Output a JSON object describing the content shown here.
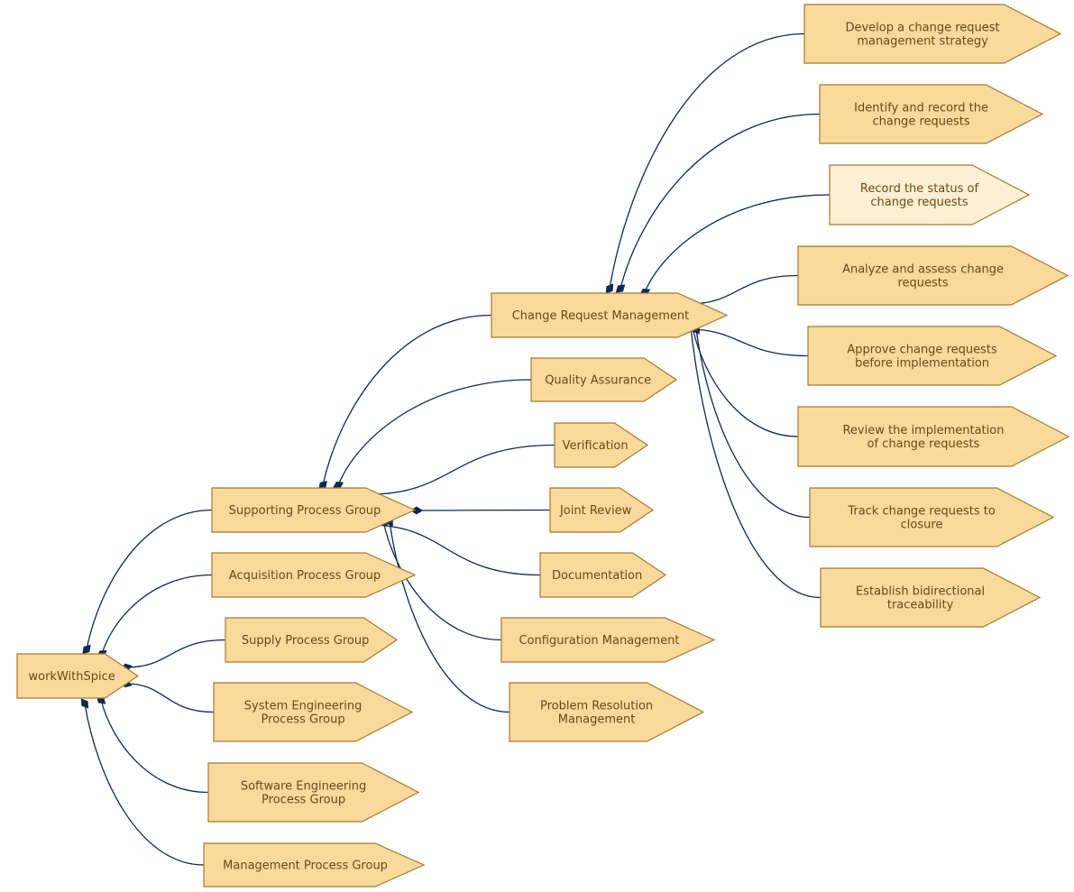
{
  "colors": {
    "node_fill": "#fad99c",
    "node_fill_highlight": "#fdefd4",
    "node_stroke": "#a87a2e",
    "node_text": "#6b4a12",
    "edge": "#0e2a52"
  },
  "nodes": {
    "workWithSpice": {
      "lines": [
        "workWithSpice"
      ]
    },
    "supporting": {
      "lines": [
        "Supporting Process Group"
      ]
    },
    "acquisition": {
      "lines": [
        "Acquisition Process Group"
      ]
    },
    "supply": {
      "lines": [
        "Supply Process Group"
      ]
    },
    "systemEng": {
      "lines": [
        "System Engineering",
        "Process Group"
      ]
    },
    "softwareEng": {
      "lines": [
        "Software Engineering",
        "Process Group"
      ]
    },
    "management": {
      "lines": [
        "Management Process Group"
      ]
    },
    "changeReq": {
      "lines": [
        "Change Request Management"
      ]
    },
    "qa": {
      "lines": [
        "Quality Assurance"
      ]
    },
    "verification": {
      "lines": [
        "Verification"
      ]
    },
    "jointReview": {
      "lines": [
        "Joint Review"
      ]
    },
    "documentation": {
      "lines": [
        "Documentation"
      ]
    },
    "configMgmt": {
      "lines": [
        "Configuration Management"
      ]
    },
    "problemRes": {
      "lines": [
        "Problem Resolution",
        "Management"
      ]
    },
    "crStrategy": {
      "lines": [
        "Develop a change request",
        "management strategy"
      ]
    },
    "crIdentify": {
      "lines": [
        "Identify and record the",
        "change requests"
      ]
    },
    "crStatus": {
      "lines": [
        "Record the status of",
        "change requests"
      ],
      "highlight": true
    },
    "crAnalyze": {
      "lines": [
        "Analyze and assess change",
        "requests"
      ]
    },
    "crApprove": {
      "lines": [
        "Approve change requests",
        "before implementation"
      ]
    },
    "crReview": {
      "lines": [
        "Review the implementation",
        "of change requests"
      ]
    },
    "crTrack": {
      "lines": [
        "Track change requests to",
        "closure"
      ]
    },
    "crTrace": {
      "lines": [
        "Establish bidirectional",
        "traceability"
      ]
    }
  },
  "edges": [
    {
      "from": "workWithSpice",
      "to": "supporting"
    },
    {
      "from": "workWithSpice",
      "to": "acquisition"
    },
    {
      "from": "workWithSpice",
      "to": "supply"
    },
    {
      "from": "workWithSpice",
      "to": "systemEng"
    },
    {
      "from": "workWithSpice",
      "to": "softwareEng"
    },
    {
      "from": "workWithSpice",
      "to": "management"
    },
    {
      "from": "supporting",
      "to": "changeReq"
    },
    {
      "from": "supporting",
      "to": "qa"
    },
    {
      "from": "supporting",
      "to": "verification"
    },
    {
      "from": "supporting",
      "to": "jointReview"
    },
    {
      "from": "supporting",
      "to": "documentation"
    },
    {
      "from": "supporting",
      "to": "configMgmt"
    },
    {
      "from": "supporting",
      "to": "problemRes"
    },
    {
      "from": "changeReq",
      "to": "crStrategy"
    },
    {
      "from": "changeReq",
      "to": "crIdentify"
    },
    {
      "from": "changeReq",
      "to": "crStatus"
    },
    {
      "from": "changeReq",
      "to": "crAnalyze"
    },
    {
      "from": "changeReq",
      "to": "crApprove"
    },
    {
      "from": "changeReq",
      "to": "crReview"
    },
    {
      "from": "changeReq",
      "to": "crTrack"
    },
    {
      "from": "changeReq",
      "to": "crTrace"
    }
  ]
}
